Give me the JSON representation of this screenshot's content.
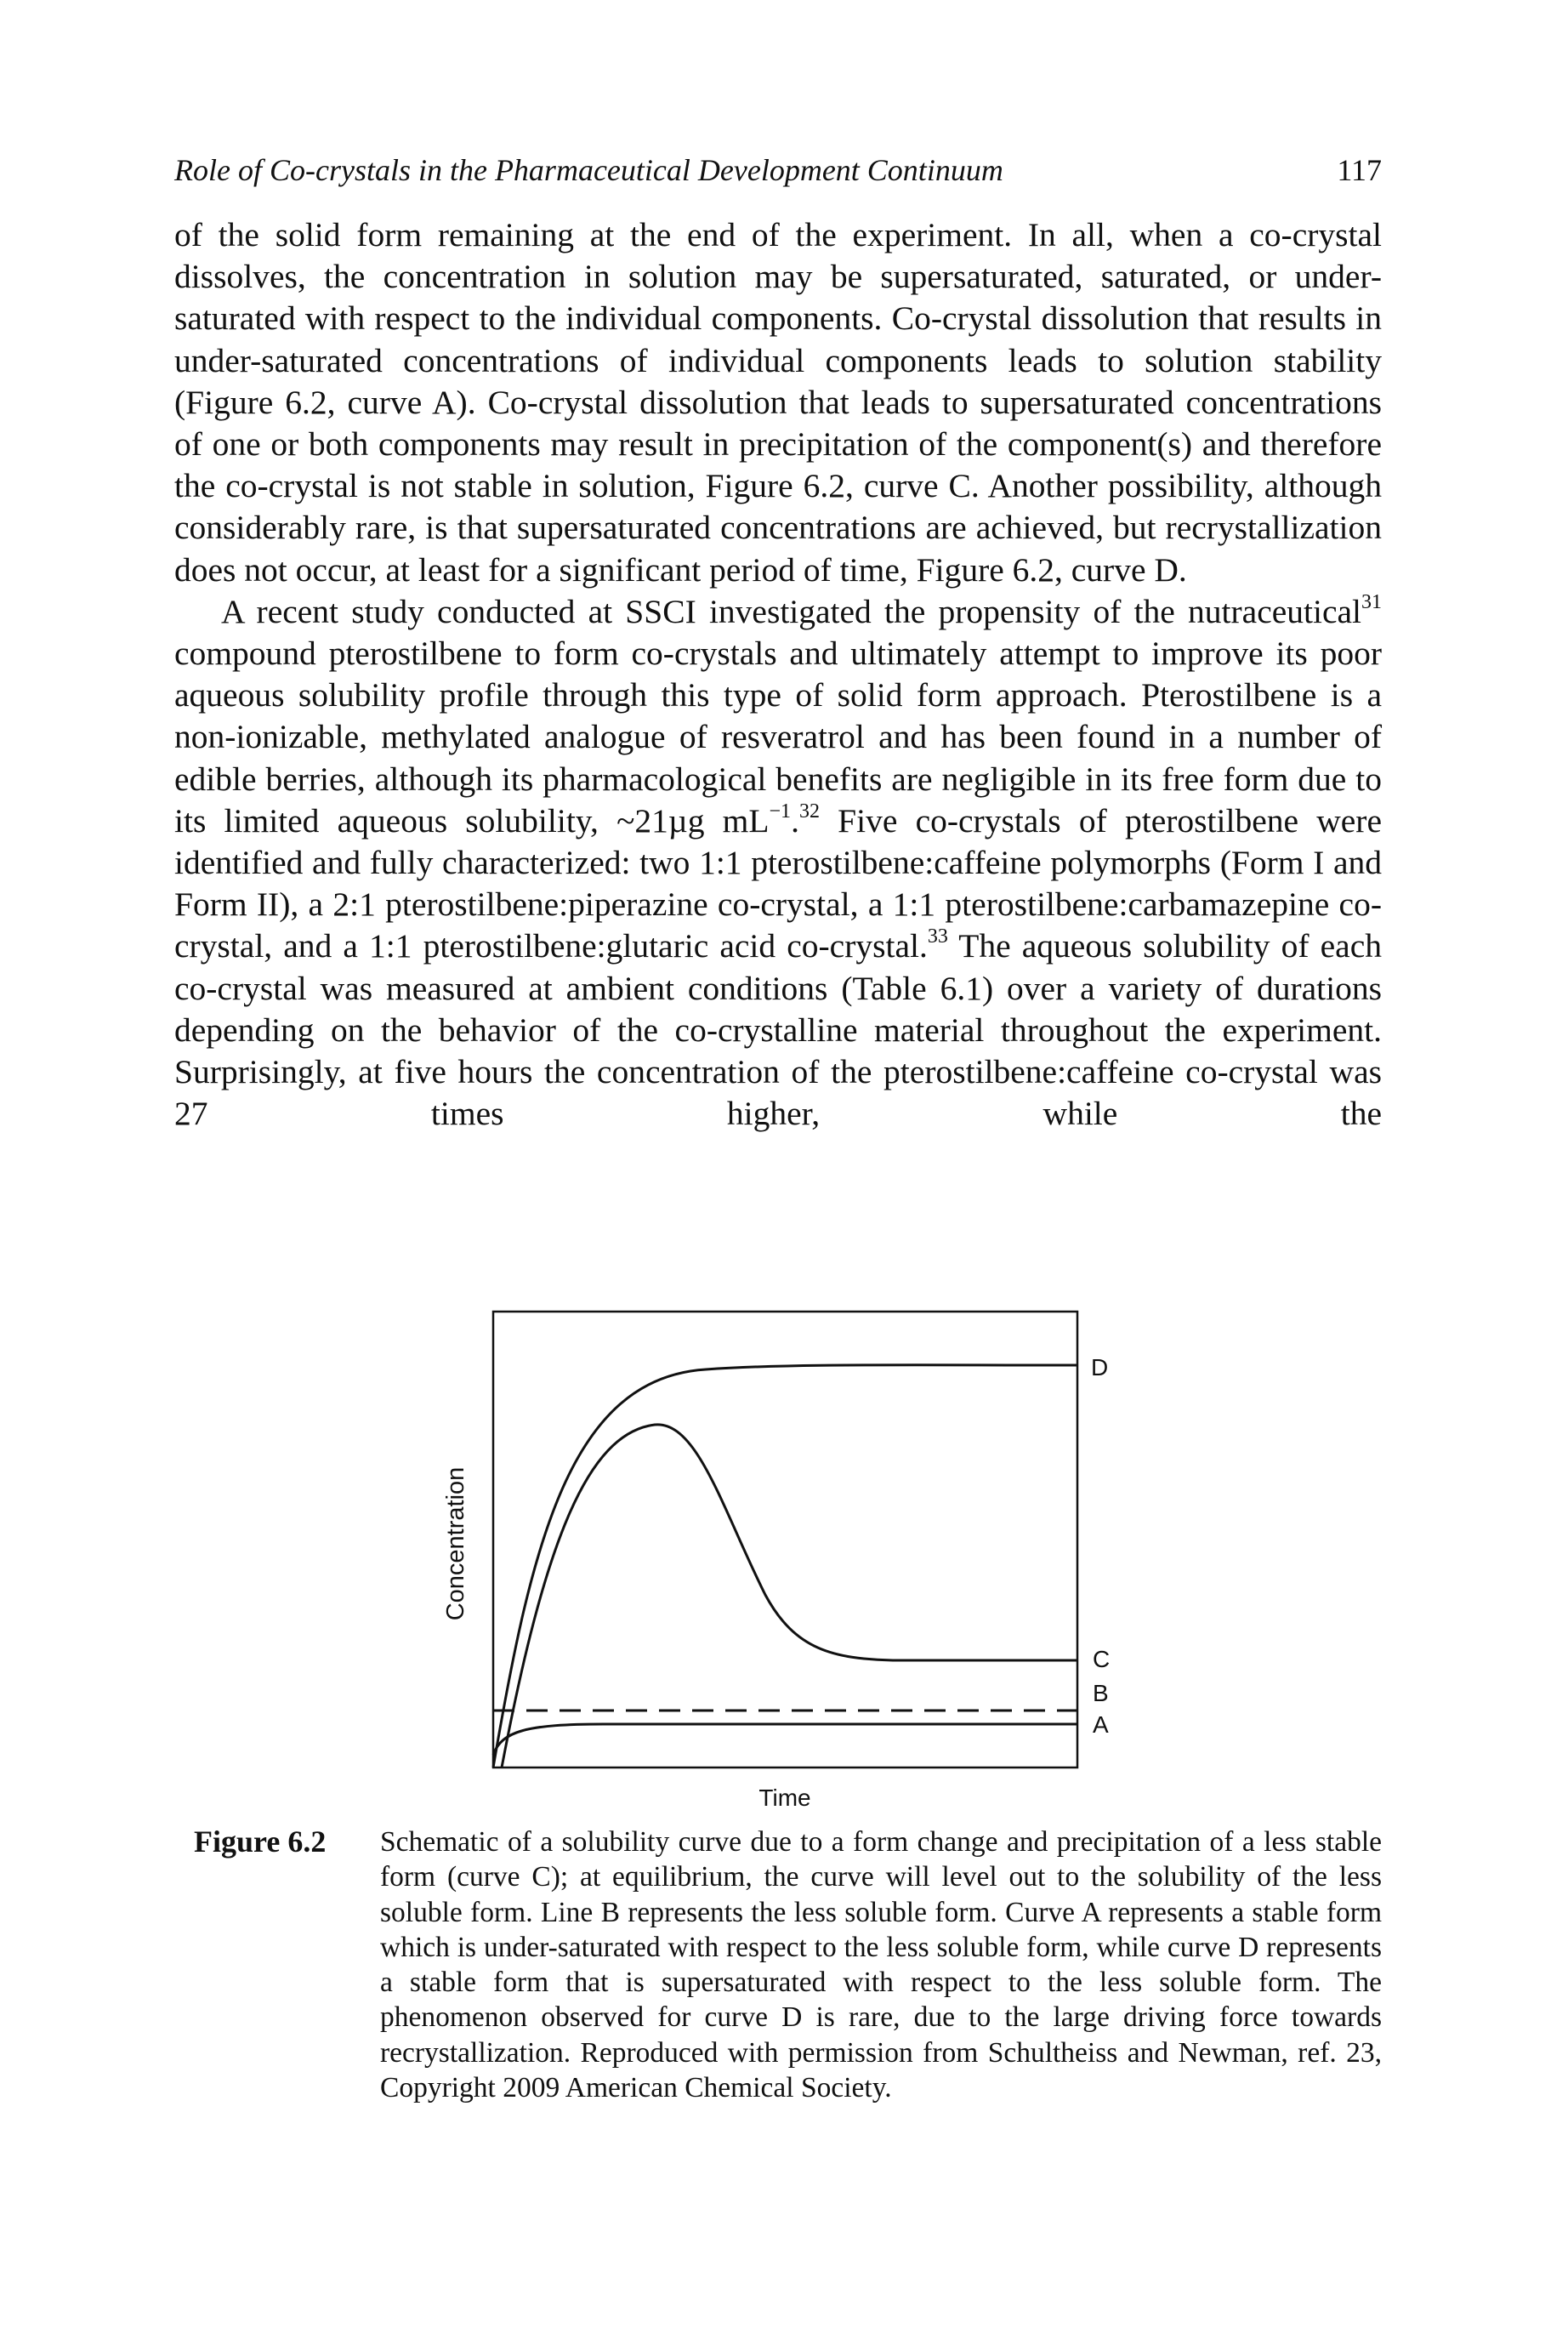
{
  "header": {
    "running_title": "Role of Co-crystals in the Pharmaceutical Development Continuum",
    "page_number": "117"
  },
  "paragraphs": [
    {
      "text": "of the solid form remaining at the end of the experiment. In all, when a co-crystal dissolves, the concentration in solution may be supersaturated, saturated, or under-saturated with respect to the individual components. Co-crystal dissolution that results in under-saturated concentrations of individual components leads to solution stability (Figure 6.2, curve A). Co-crystal dissolution that leads to supersaturated concentrations of one or both components may result in precipitation of the component(s) and therefore the co-crystal is not stable in solution, Figure 6.2, curve C. Another possibility, although considerably rare, is that supersaturated concentrations are achieved, but recrystallization does not occur, at least for a significant period of time, Figure 6.2, curve D."
    },
    {
      "seg1": "A recent study conducted at SSCI investigated the propensity of the nutraceutical",
      "ref1": "31",
      "seg2": " compound pterostilbene to form co-crystals and ultimately attempt to improve its poor aqueous solubility profile through this type of solid form approach. Pterostilbene is a non-ionizable, methylated analogue of resveratrol and has been found in a number of edible berries, although its pharmacological benefits are negligible in its free form due to its limited aqueous solubility, ~21µg mL",
      "sup_unit": "−1",
      "seg3": ".",
      "ref2": "32",
      "seg4": " Five co-crystals of pterostilbene were identified and fully characterized: two 1:1 pterostilbene:caffeine polymorphs (Form I and Form II), a 2:1 pterostilbene:piperazine co-crystal, a 1:1 pterostilbene:carbamazepine co-crystal, and a 1:1 pterostilbene:glutaric acid co-crystal.",
      "ref3": "33",
      "seg5": " The aqueous solubility of each co-crystal was measured at ambient conditions (Table 6.1) over a variety of durations depending on the behavior of the co-crystalline material throughout the experiment. Surprisingly, at five hours the concentration of the pterostilbene:caffeine co-crystal was 27 times higher, while the"
    }
  ],
  "figure": {
    "chart_data": {
      "type": "line",
      "xlabel": "Time",
      "ylabel": "Concentration",
      "curve_labels": [
        "D",
        "C",
        "B",
        "A"
      ]
    },
    "caption_label": "Figure 6.2",
    "caption_text": "Schematic of a solubility curve due to a form change and precipitation of a less stable form (curve C); at equilibrium, the curve will level out to the solubility of the less soluble form. Line B represents the less soluble form. Curve A represents a stable form which is under-saturated with respect to the less soluble form, while curve D represents a stable form that is supersaturated with respect to the less soluble form. The phenomenon observed for curve D is rare, due to the large driving force towards recrystallization. Reproduced with permission from Schultheiss and Newman, ref. 23, Copyright 2009 American Chemical Society."
  }
}
